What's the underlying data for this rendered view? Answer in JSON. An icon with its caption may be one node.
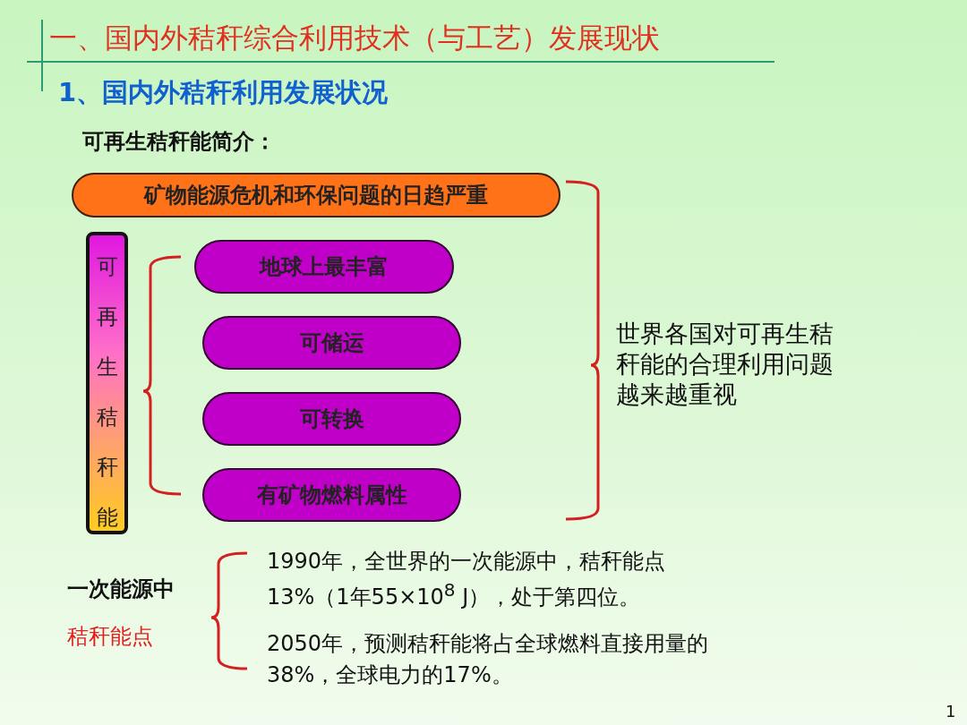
{
  "diagram": {
    "title": "一、国内外秸秆综合利用技术（与工艺）发展现状",
    "nodes": [
      {
        "text": [
          "矿物能源危机和环保问题的日趋严重"
        ]
      },
      {
        "text": [
          "可再生秸秆能"
        ]
      },
      {
        "text": [
          "地球上最丰富"
        ]
      },
      {
        "text": [
          "可储运"
        ]
      },
      {
        "text": [
          "可转换"
        ]
      },
      {
        "text": [
          "有矿物燃料属性"
        ]
      }
    ],
    "labels": [
      "1、国内外秸秆利用发展状况",
      "可再生秸秆能简介：",
      "世界各国对可再生秸秆能的合理利用问题越来越重视",
      "一次能源中",
      "秸秆能点",
      "1990年，全世界的一次能源中，秸秆能点13%（1年55×10$^{8}$ J），处于第四位。",
      "2050年，预测秸秆能将占全球燃料直接用量的38%，全球电力的17%。",
      "1"
    ]
  }
}
